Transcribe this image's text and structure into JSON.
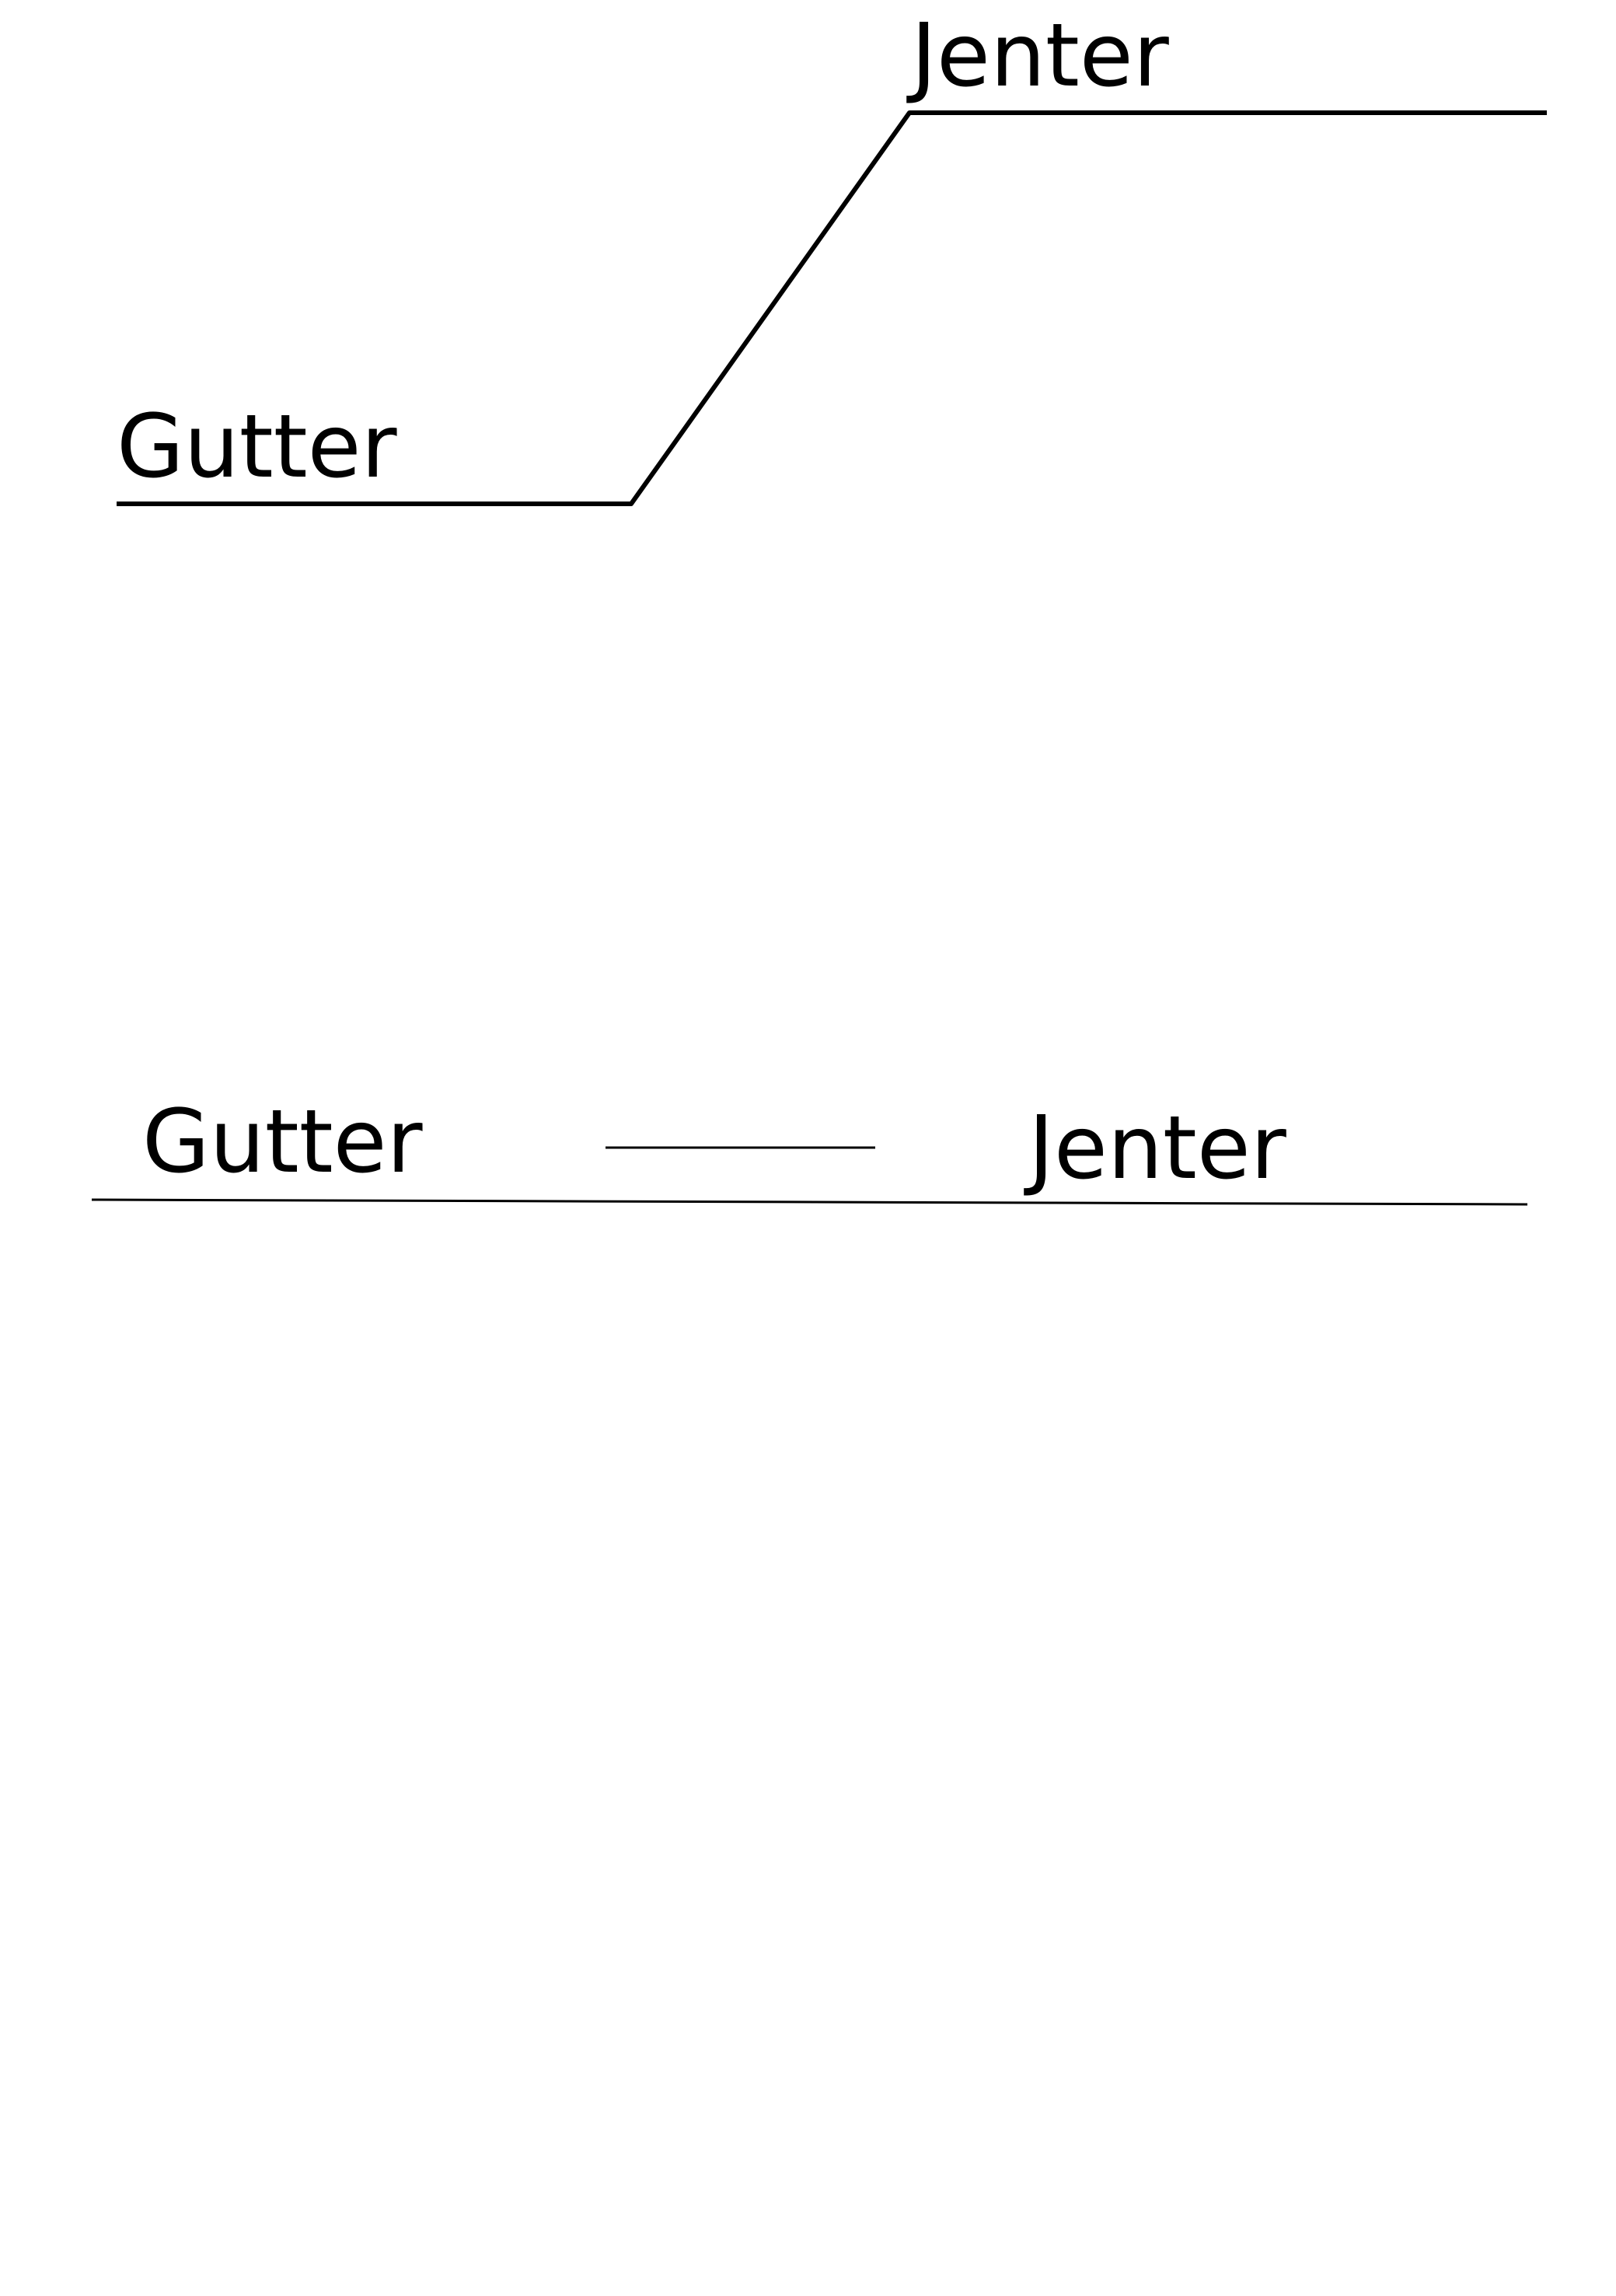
{
  "diagram_top": {
    "label_left": "Gutter",
    "label_right": "Jenter"
  },
  "diagram_bottom": {
    "label_left": "Gutter",
    "label_right": "Jenter"
  },
  "colors": {
    "ink": "#000000",
    "background": "#ffffff"
  }
}
